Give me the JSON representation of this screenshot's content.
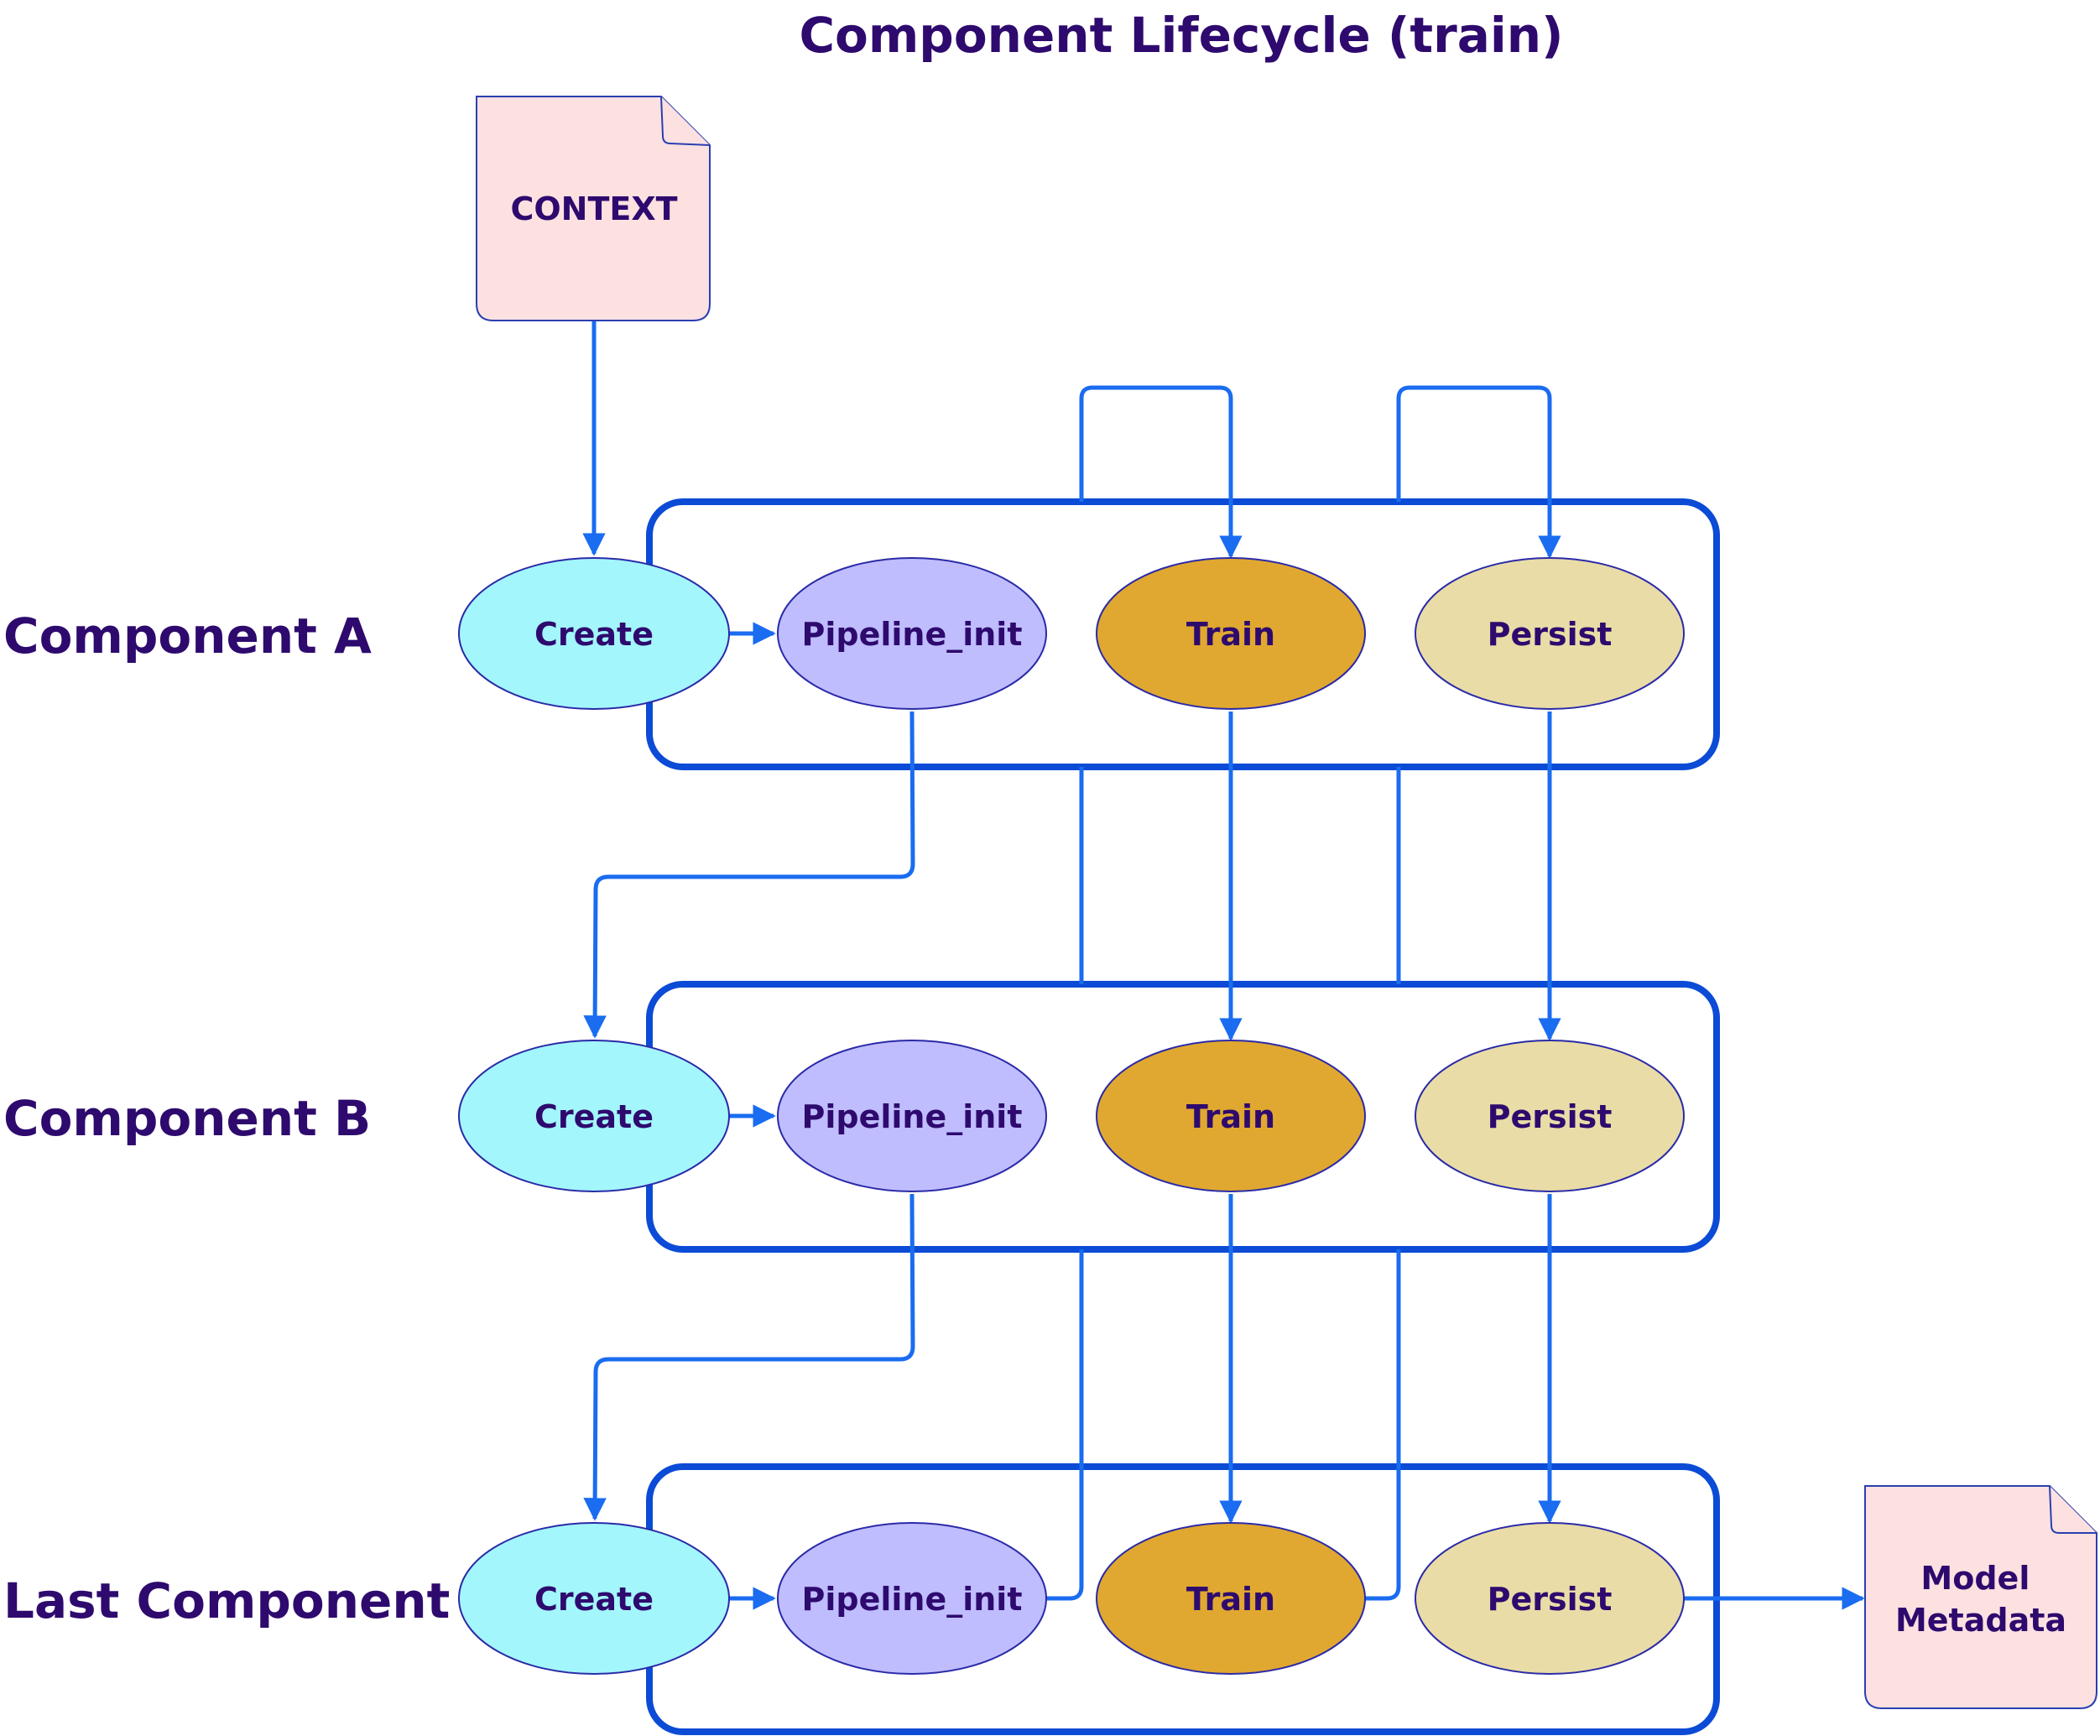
{
  "title": "Component Lifecycle (train)",
  "context_doc": {
    "label": "CONTEXT"
  },
  "output_doc": {
    "line1": "Model",
    "line2": "Metadata"
  },
  "rows": [
    {
      "label": "Component A",
      "nodes": {
        "create": "Create",
        "pipeline_init": "Pipeline_init",
        "train": "Train",
        "persist": "Persist"
      }
    },
    {
      "label": "Component B",
      "nodes": {
        "create": "Create",
        "pipeline_init": "Pipeline_init",
        "train": "Train",
        "persist": "Persist"
      }
    },
    {
      "label": "Last Component",
      "nodes": {
        "create": "Create",
        "pipeline_init": "Pipeline_init",
        "train": "Train",
        "persist": "Persist"
      }
    }
  ],
  "colors": {
    "create": "#a3f6fb",
    "pipeline_init": "#bfbdfd",
    "train": "#e0a830",
    "persist": "#e9dca7",
    "document": "#fde1e1",
    "connector": "#1a6cf0",
    "container": "#0b4bd6",
    "text": "#2e0a6e"
  }
}
